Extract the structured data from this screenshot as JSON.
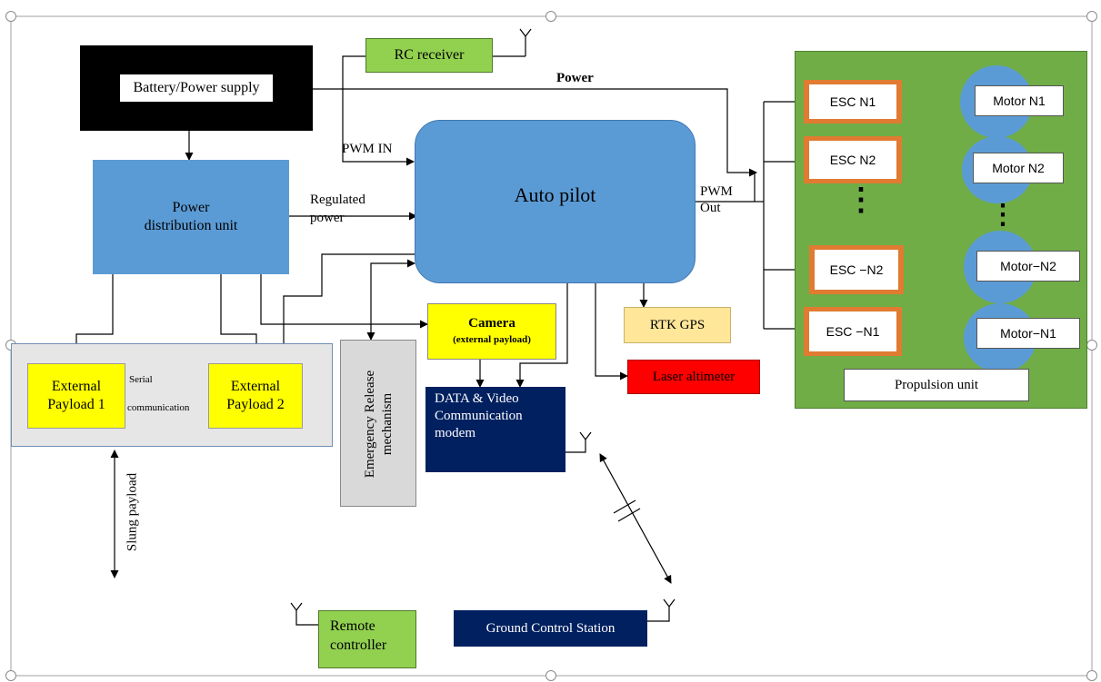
{
  "diagram": {
    "battery": "Battery/Power supply",
    "rc_receiver": "RC receiver",
    "power_label": "Power",
    "pwm_in": "PWM IN",
    "pdu": [
      "Power",
      "distribution unit"
    ],
    "regulated_power": [
      "Regulated",
      "power"
    ],
    "autopilot": "Auto pilot",
    "pwm_out": [
      "PWM",
      "Out"
    ],
    "camera_title": "Camera",
    "camera_sub": "(external payload)",
    "rtk_gps": "RTK GPS",
    "laser_altimeter": "Laser altimeter",
    "modem": [
      "DATA & Video",
      "Communication",
      "modem"
    ],
    "emergency_release": [
      "Emergency Release",
      "mechanism"
    ],
    "payload1": [
      "External",
      "Payload 1"
    ],
    "payload2": [
      "External",
      "Payload 2"
    ],
    "serial": [
      "Serial",
      "communication"
    ],
    "slung_payload": "Slung payload",
    "remote_controller": [
      "Remote",
      "controller"
    ],
    "ground_station": "Ground Control Station",
    "propulsion_unit": "Propulsion unit",
    "esc": [
      "ESC N1",
      "ESC N2",
      "ESC −N2",
      "ESC −N1"
    ],
    "motors": [
      "Motor N1",
      "Motor N2",
      "Motor−N2",
      "Motor−N1"
    ],
    "esc_dots": "⋮",
    "motor_dots": "⋮"
  },
  "colors": {
    "battery_bg": "#000000",
    "pdu_bg": "#5b9bd5",
    "autopilot_bg": "#5b9bd5",
    "rc_bg": "#92d050",
    "camera_bg": "#ffff00",
    "payload_bg": "#ffff00",
    "rtk_bg": "#ffe699",
    "laser_bg": "#ff0000",
    "modem_bg": "#002060",
    "emergency_bg": "#d9d9d9",
    "propulsion_bg": "#70ad47",
    "esc_border": "#e07b31",
    "motor_bg": "#5b9bd5"
  }
}
